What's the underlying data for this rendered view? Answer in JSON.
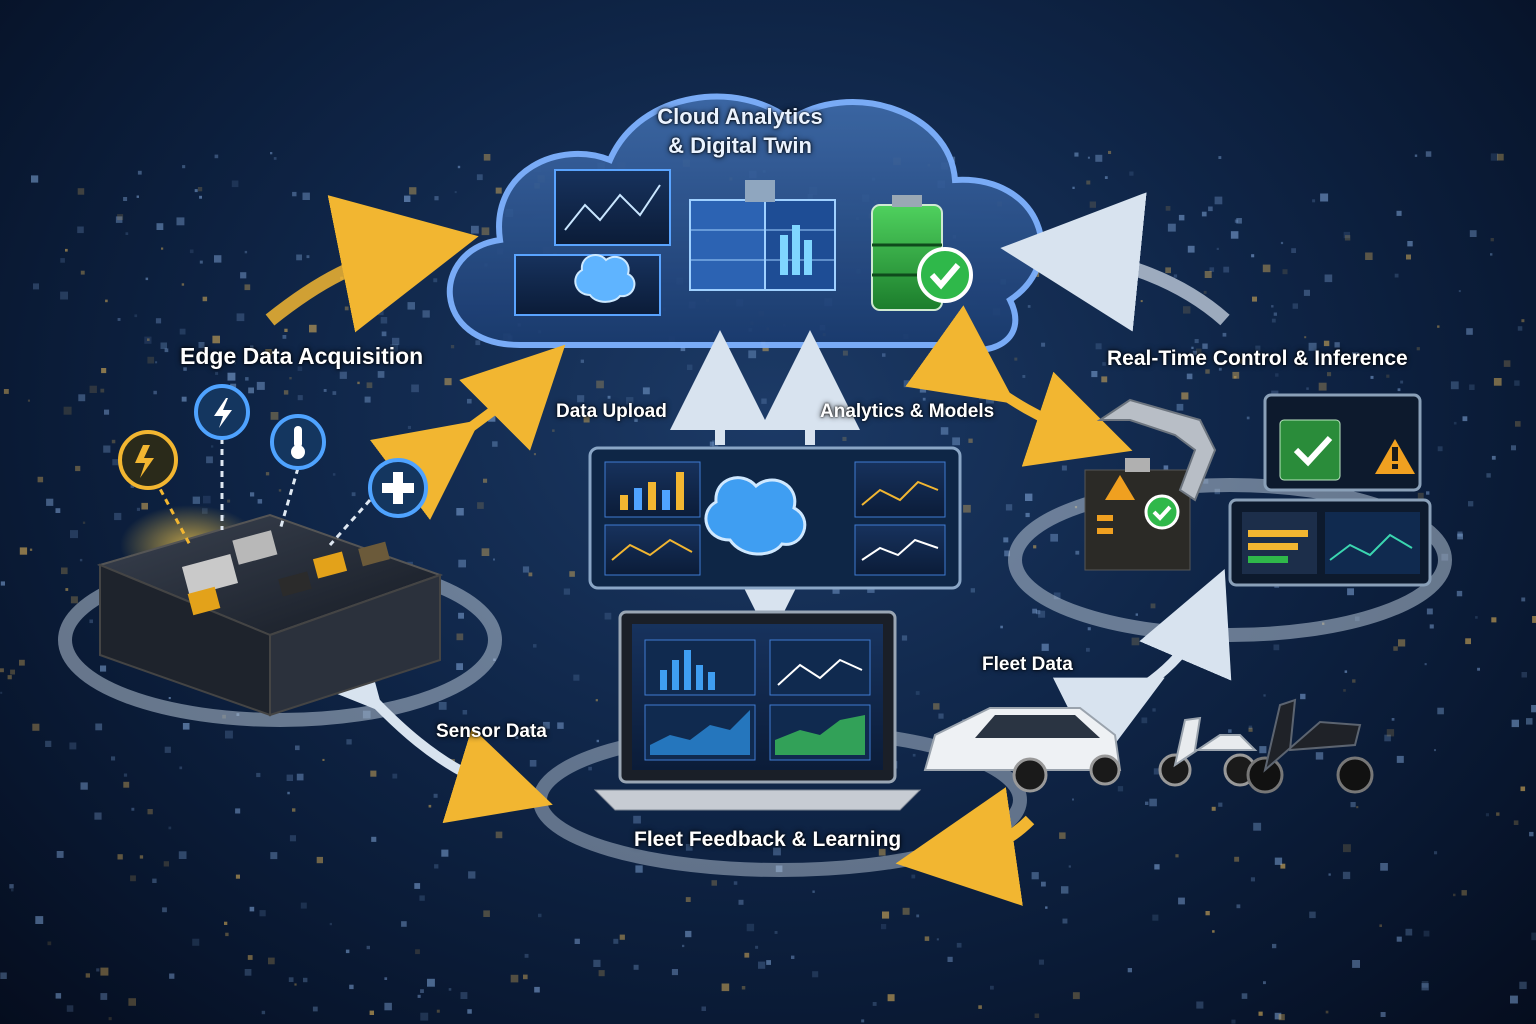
{
  "cloud": {
    "title_line1": "Cloud Analytics",
    "title_line2": "& Digital Twin"
  },
  "stages": {
    "edge": "Edge Data Acquisition",
    "realtime": "Real-Time Control & Inference",
    "fleet_feedback": "Fleet Feedback & Learning"
  },
  "flows": {
    "data_upload": "Data Upload",
    "analytics_models": "Analytics & Models",
    "sensor_data": "Sensor Data",
    "fleet_data": "Fleet Data"
  },
  "sensor_icons": [
    "lightning-icon",
    "bolt-circle-icon",
    "thermometer-icon",
    "plus-icon"
  ],
  "status_icons": [
    "checkmark-icon",
    "warning-icon"
  ],
  "colors": {
    "accent_yellow": "#f2b631",
    "accent_blue": "#2f8fe0",
    "check_green": "#2fb84a",
    "warning_orange": "#f0a020",
    "arrow_light": "#d8e3ef"
  }
}
